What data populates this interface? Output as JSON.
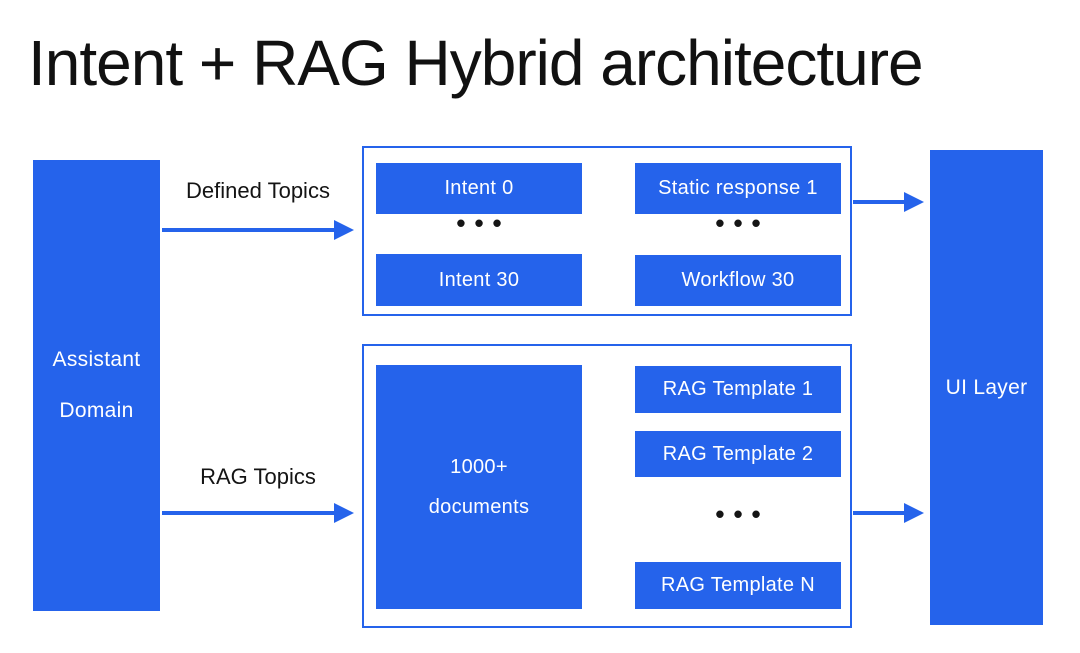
{
  "title": "Intent + RAG Hybrid architecture",
  "colors": {
    "primary_blue": "#2563EB",
    "arrow_black": "#151515",
    "background": "#FFFFFF",
    "node_text": "#FFFFFF",
    "label_text": "#141414"
  },
  "assistant_domain": {
    "line1": "Assistant",
    "line2": "Domain"
  },
  "ui_layer": {
    "label": "UI Layer"
  },
  "edges": {
    "defined_topics": {
      "label": "Defined Topics"
    },
    "rag_topics": {
      "label": "RAG Topics"
    }
  },
  "intent_group": {
    "row1": {
      "source": "Intent 0",
      "target": "Static response 1"
    },
    "row2": {
      "source": "Intent 30",
      "target": "Workflow 30"
    },
    "ellipsis": "•••"
  },
  "rag_group": {
    "source": {
      "line1": "1000+",
      "line2": "documents"
    },
    "templates": [
      "RAG Template 1",
      "RAG Template 2",
      "RAG Template N"
    ],
    "ellipsis": "•••"
  }
}
